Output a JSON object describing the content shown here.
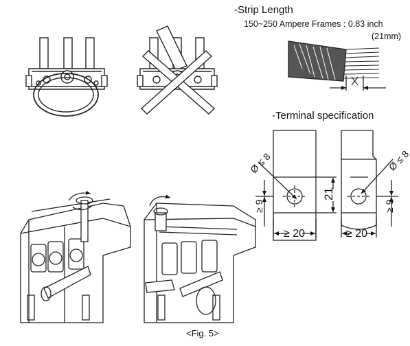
{
  "strip_length": {
    "title": "-Strip Length",
    "frames": "150~250 Ampere Frames : 0.83 inch",
    "mm": "(21mm)",
    "marker": "X"
  },
  "terminal_spec": {
    "title": "-Terminal specification",
    "left_diameter": "Ø ≤ 8",
    "left_height": "21",
    "left_offset": "≥ 9",
    "left_width": "≥ 20",
    "right_diameter": "Ø ≤ 8",
    "right_offset": "≥ 9",
    "right_width": "≥ 20"
  },
  "caption": "<Fig. 5>"
}
